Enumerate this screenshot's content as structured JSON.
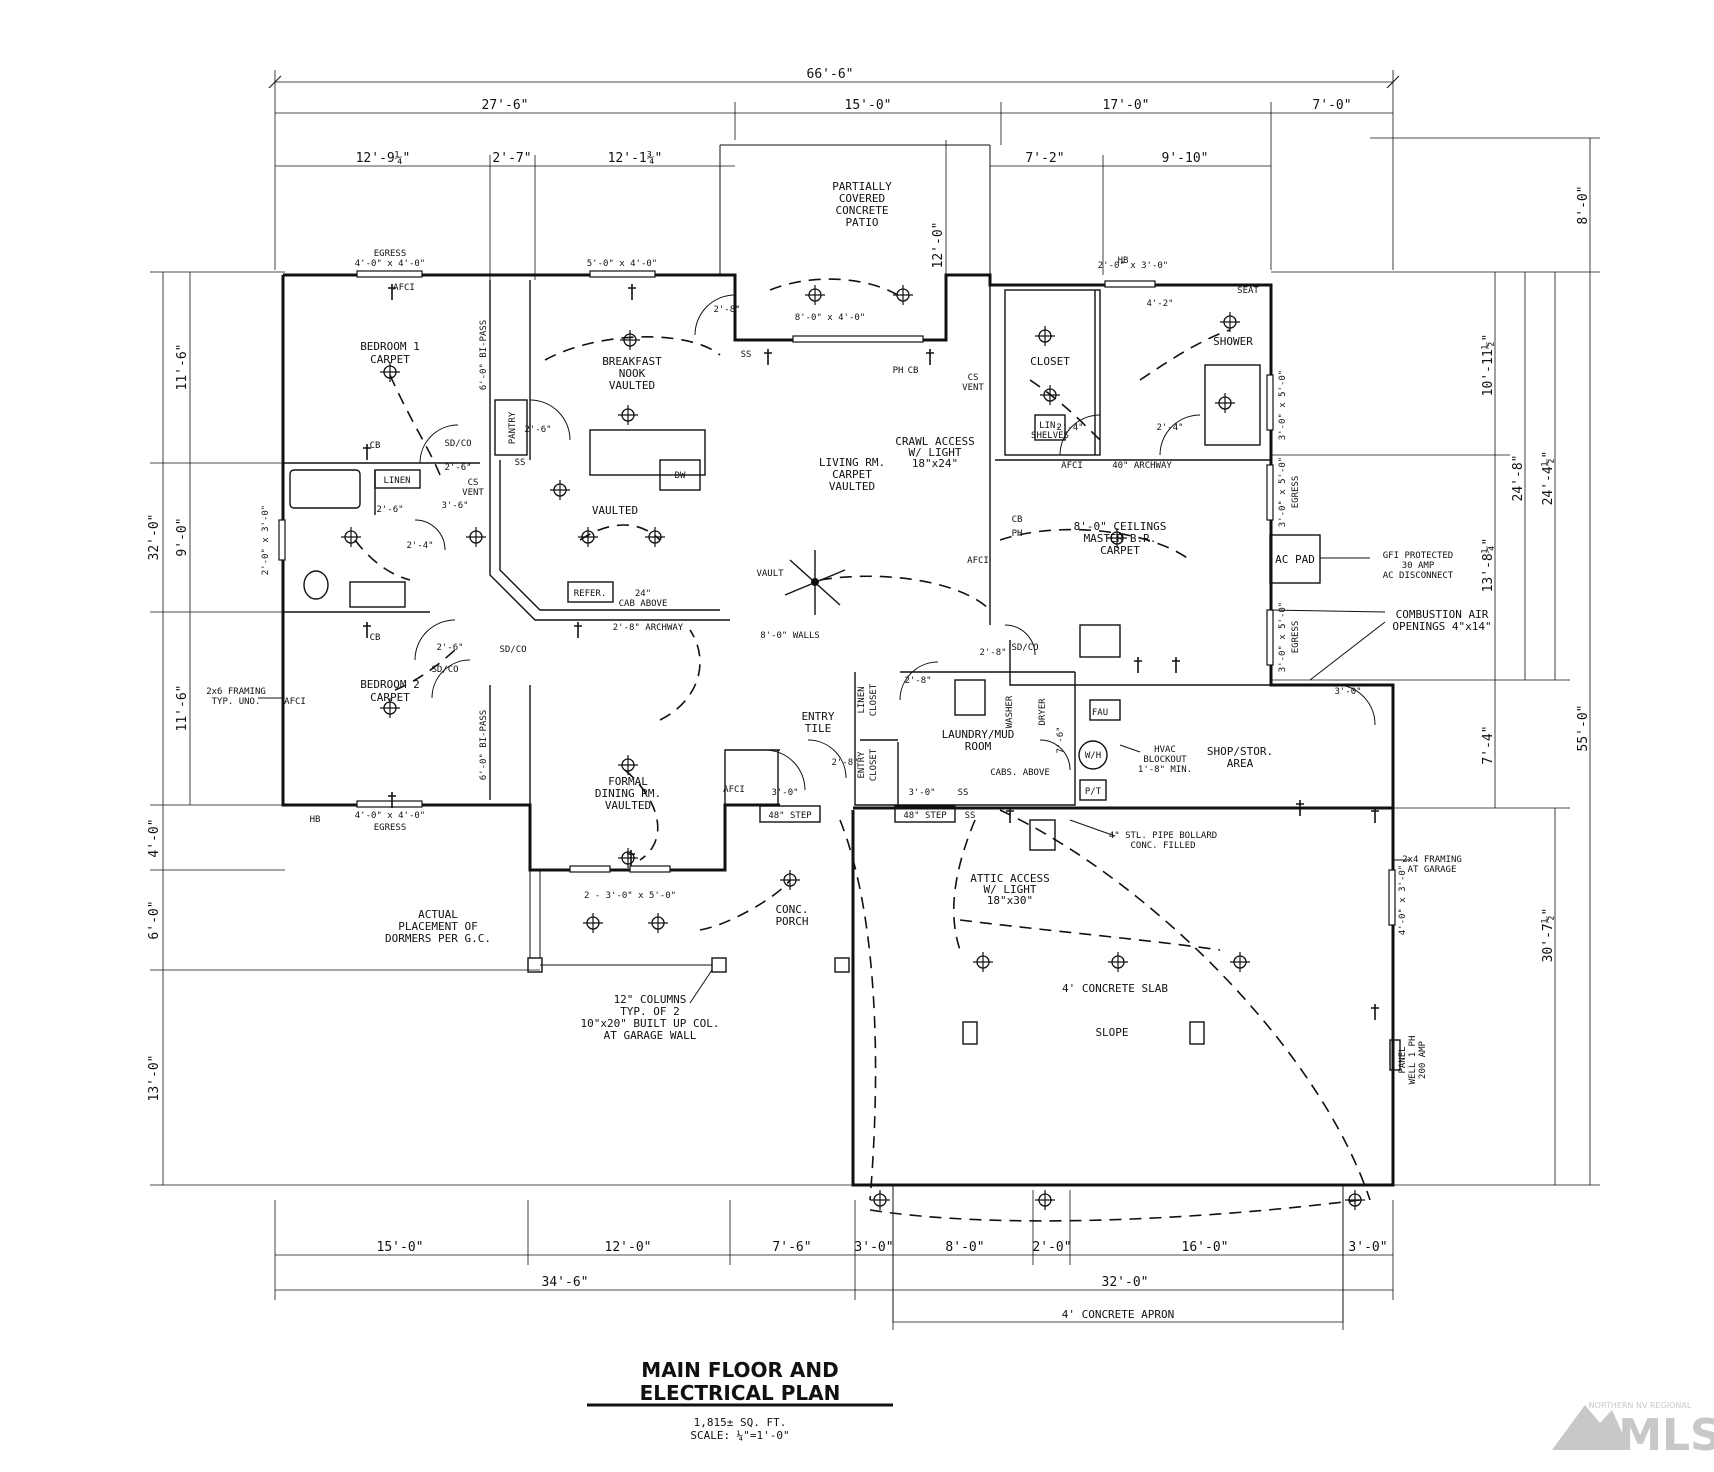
{
  "dimensions": {
    "top_overall": "66'-6\"",
    "top_row2": [
      "27'-6\"",
      "15'-0\"",
      "17'-0\"",
      "7'-0\""
    ],
    "top_row3": [
      "12'-9¼\"",
      "2'-7\"",
      "12'-1¾\"",
      "7'-2\"",
      "9'-10\""
    ],
    "patio_depth": "12'-0\"",
    "left": [
      "11'-6\"",
      "9'-0\"",
      "11'-6\"",
      "4'-0\"",
      "6'-0\"",
      "13'-0\""
    ],
    "left_overall": "32'-0\"",
    "right_inner": [
      "10'-11½\"",
      "13'-8¼\"",
      "7'-4\""
    ],
    "right_mid": "24'-8\"",
    "right_outer": "24'-4½\"",
    "right_top": "8'-0\"",
    "right_overall": "55'-0\"",
    "right_garage": "30'-7½\"",
    "bottom_row1": [
      "15'-0\"",
      "12'-0\"",
      "7'-6\"",
      "3'-0\"",
      "8'-0\"",
      "2'-0\"",
      "16'-0\"",
      "3'-0\""
    ],
    "bottom_row2": [
      "34'-6\"",
      "32'-0\""
    ],
    "apron": "4' CONCRETE APRON"
  },
  "rooms": {
    "bedroom1": [
      "BEDROOM 1",
      "CARPET"
    ],
    "bedroom2": [
      "BEDROOM 2",
      "CARPET"
    ],
    "breakfast": [
      "BREAKFAST",
      "NOOK",
      "VAULTED"
    ],
    "kitchen": "VAULTED",
    "living": [
      "LIVING RM.",
      "CARPET",
      "VAULTED"
    ],
    "dining": [
      "FORMAL",
      "DINING RM.",
      "VAULTED"
    ],
    "master": [
      "8'-0\" CEILINGS",
      "MASTER B.R.",
      "CARPET"
    ],
    "patio": [
      "PARTIALLY",
      "COVERED",
      "CONCRETE",
      "PATIO"
    ],
    "closet": "CLOSET",
    "shower": "SHOWER",
    "laundry": [
      "LAUNDRY/MUD",
      "ROOM"
    ],
    "shop": [
      "SHOP/STOR.",
      "AREA"
    ],
    "entry": [
      "ENTRY",
      "TILE"
    ],
    "porch": [
      "CONC.",
      "PORCH"
    ],
    "slab": "4' CONCRETE SLAB",
    "slope": "SLOPE",
    "dormers": [
      "ACTUAL",
      "PLACEMENT OF",
      "DORMERS PER G.C."
    ],
    "columns": [
      "12\" COLUMNS",
      "TYP. OF 2",
      "10\"x20\" BUILT UP COL.",
      "AT GARAGE WALL"
    ],
    "ac_pad": "AC PAD",
    "linen": "LINEN",
    "pantry": "PANTRY",
    "refer": "REFER.",
    "dw": "DW",
    "lin_shelves": [
      "LIN.",
      "SHELVES"
    ],
    "linen_closet": [
      "LINEN",
      "CLOSET"
    ],
    "entry_closet": [
      "ENTRY",
      "CLOSET"
    ],
    "fau": "FAU",
    "wh": "W/H",
    "pt": "P/T",
    "washer": "WASHER",
    "dryer": "DRYER"
  },
  "notes": {
    "egress": "EGRESS",
    "egress_win": "4'-0\" x 4'-0\"",
    "nook_win": "5'-0\" x 4'-0\"",
    "slider": "8'-0\" x 4'-0\"",
    "bath_win": "2'-0\" x 3'-0\"",
    "master_win": "3'-0\" x 5'-0\"",
    "dining_win": "2 - 3'-0\" x 5'-0\"",
    "garage_win": "4'-0\" x 3'-0\"",
    "bipass": "6'-0\" BI-PASS",
    "crawl": [
      "CRAWL ACCESS",
      "W/ LIGHT",
      "18\"x24\""
    ],
    "attic": [
      "ATTIC ACCESS",
      "W/ LIGHT",
      "18\"x30\""
    ],
    "vault": "VAULT",
    "walls8": "8'-0\" WALLS",
    "archway": "2'-8\" ARCHWAY",
    "archway40": "40\" ARCHWAY",
    "cab_above": [
      "24\"",
      "CAB ABOVE"
    ],
    "cabs_above": "CABS. ABOVE",
    "step": "48\" STEP",
    "gfi": [
      "GFI PROTECTED",
      "30 AMP",
      "AC DISCONNECT"
    ],
    "combustion": [
      "COMBUSTION AIR",
      "OPENINGS 4\"x14\""
    ],
    "hvac": [
      "HVAC",
      "BLOCKOUT",
      "1'-8\" MIN."
    ],
    "bollard": [
      "4\" STL. PIPE BOLLARD",
      "CONC. FILLED"
    ],
    "framing6": [
      "2x6 FRAMING",
      "TYP. UNO."
    ],
    "framing4": [
      "2x4 FRAMING",
      "AT GARAGE"
    ],
    "panel": [
      "PANEL",
      "WELL 1 PH",
      "200 AMP"
    ],
    "cb": "CB",
    "ph": "PH",
    "cs_vent": [
      "CS",
      "VENT"
    ],
    "sdco": "SD/CO",
    "afci": "AFCI",
    "hb": "HB",
    "ss": "SS",
    "seat": "SEAT",
    "door_small": [
      "2'-6\"",
      "2'-4\"",
      "2'-8\"",
      "3'-0\"",
      "4'-2\"",
      "3'-6\"",
      "7'-6\""
    ]
  },
  "title": {
    "line1": "MAIN FLOOR AND",
    "line2": "ELECTRICAL PLAN",
    "sqft": "1,815± SQ. FT.",
    "scale": "SCALE: ¼\"=1'-0\""
  },
  "logo": {
    "text": "MLS",
    "org": "NORTHERN NV REGIONAL"
  }
}
